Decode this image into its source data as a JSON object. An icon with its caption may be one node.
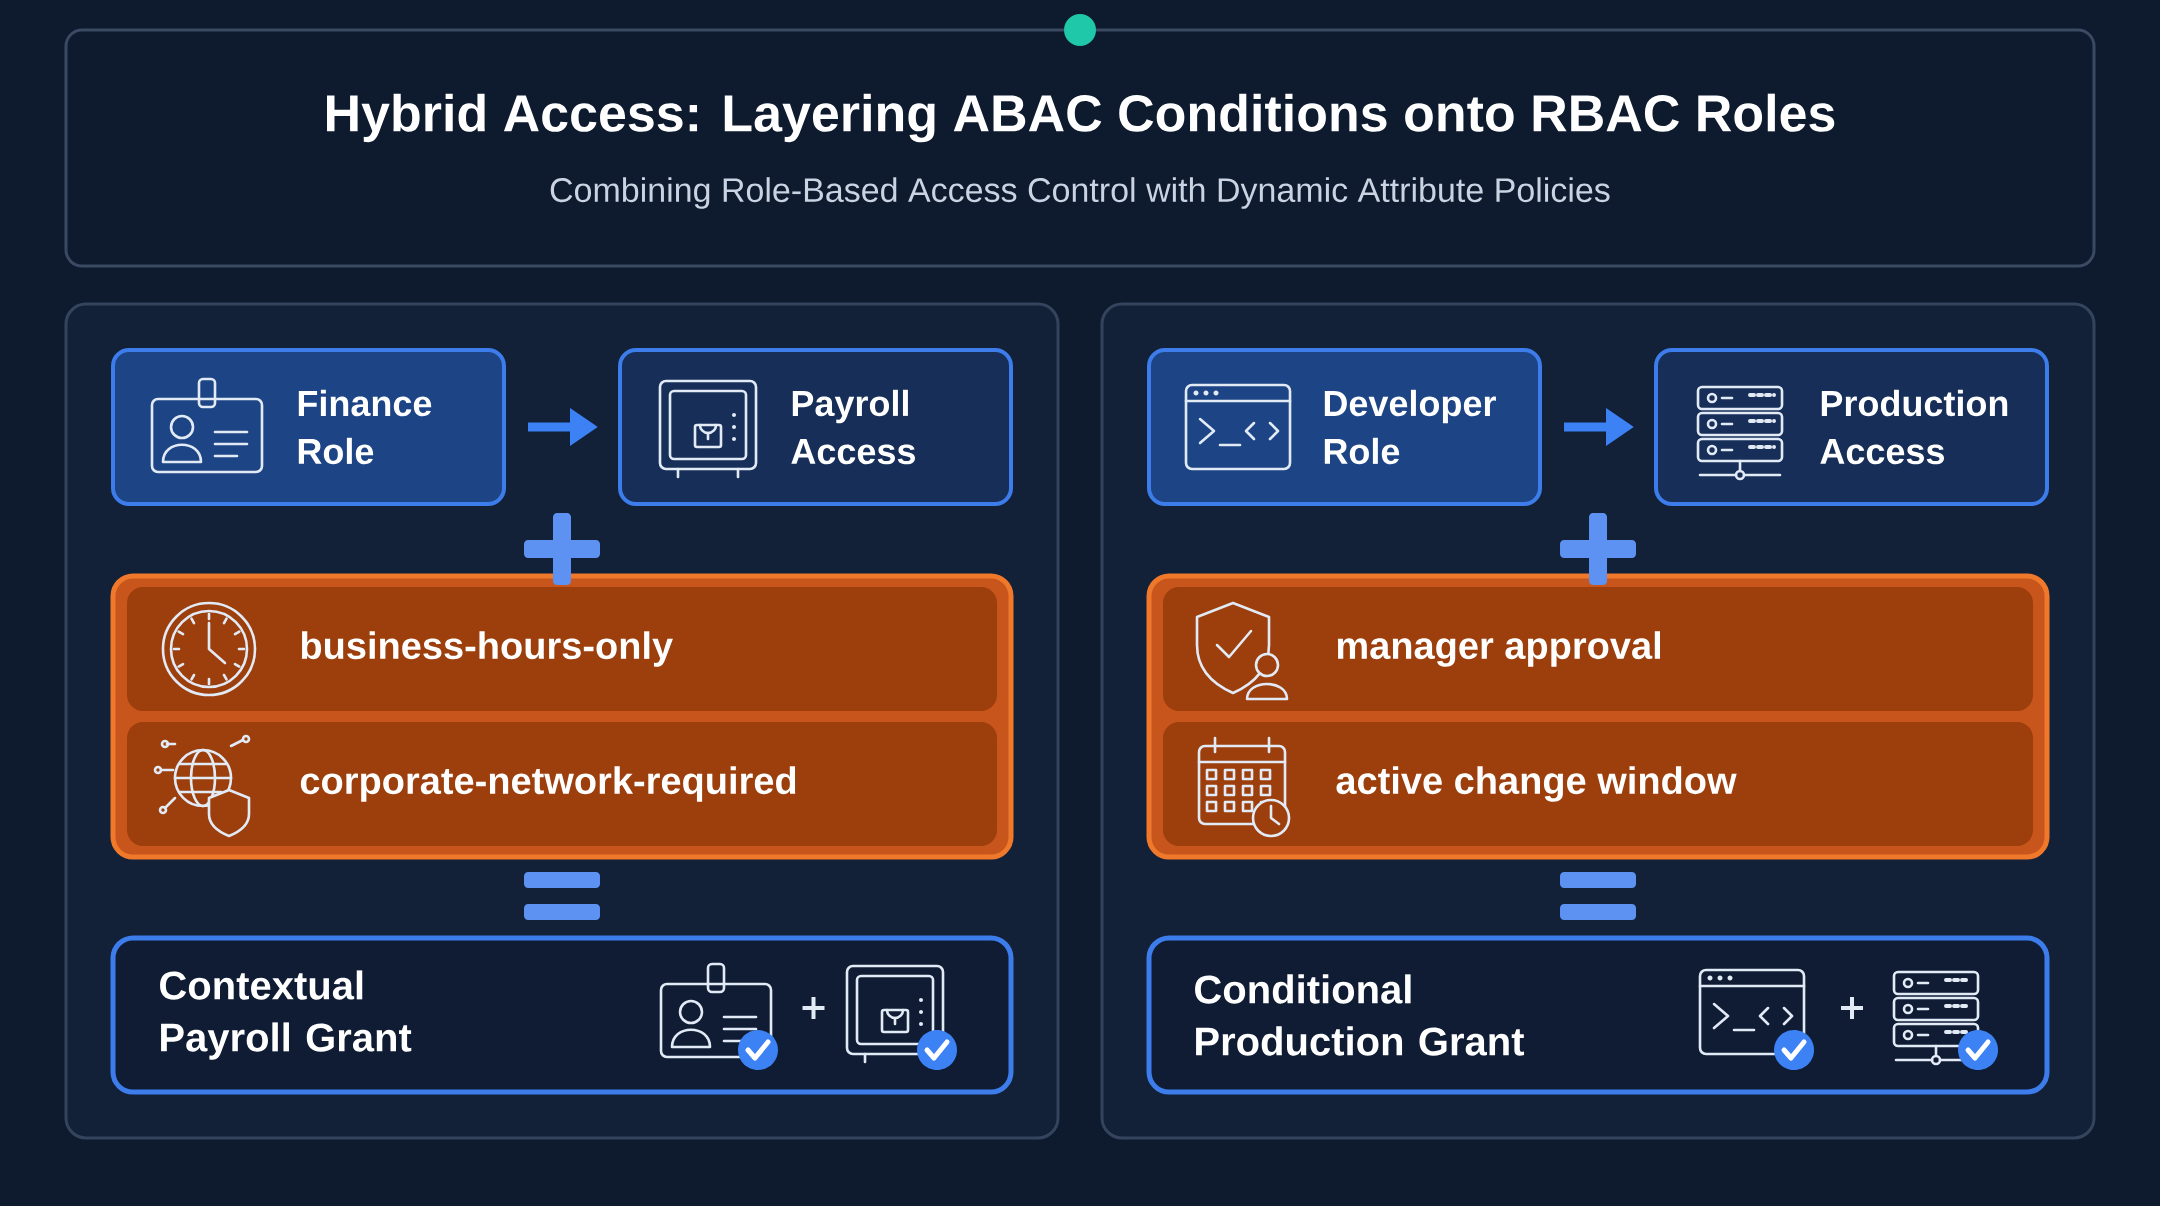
{
  "diagram": {
    "nodes": [
      {
        "text": [
          "Hybrid Access: Layering ABAC Conditions onto RBAC Roles",
          "Combining Role-Based Access Control with Dynamic Attribute Policies"
        ]
      },
      {
        "text": [],
        "shape": "box"
      },
      {
        "text": [
          "Finance Role"
        ],
        "in": 1
      },
      {
        "text": [
          "Payroll Access"
        ],
        "in": 1
      },
      {
        "text": [],
        "shape": "box",
        "in": 1
      },
      {
        "text": [
          "business-hours-only"
        ],
        "in": 4
      },
      {
        "text": [
          "corporate-network-required"
        ],
        "in": 4
      },
      {
        "text": [
          "Contextual Payroll Grant"
        ],
        "in": 1
      },
      {
        "text": [],
        "shape": "box"
      },
      {
        "text": [
          "Developer Role"
        ],
        "in": 8
      },
      {
        "text": [
          "Production Access"
        ],
        "in": 8
      },
      {
        "text": [],
        "shape": "box",
        "in": 8
      },
      {
        "text": [
          "manager approval"
        ],
        "in": 11
      },
      {
        "text": [
          "active change window"
        ],
        "in": 11
      },
      {
        "text": [
          "Conditional Production Grant"
        ],
        "in": 8
      }
    ],
    "edges": [
      {
        "from": 2,
        "to": 3,
        "arrow": "to"
      },
      {
        "from": 9,
        "to": 10,
        "arrow": "to"
      }
    ]
  }
}
